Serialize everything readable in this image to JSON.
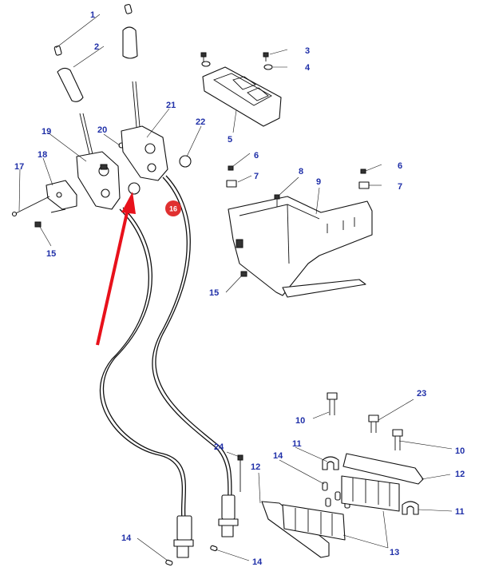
{
  "diagram": {
    "labels": {
      "l1": "1",
      "l2": "2",
      "l3": "3",
      "l4": "4",
      "l5": "5",
      "l6a": "6",
      "l6b": "6",
      "l7a": "7",
      "l7b": "7",
      "l8": "8",
      "l9": "9",
      "l10a": "10",
      "l10b": "10",
      "l11a": "11",
      "l11b": "11",
      "l12a": "12",
      "l12b": "12",
      "l13": "13",
      "l14a": "14",
      "l14b": "14",
      "l14c": "14",
      "l15a": "15",
      "l15b": "15",
      "l16": "16",
      "l17": "17",
      "l18": "18",
      "l19": "19",
      "l20": "20",
      "l21": "21",
      "l22": "22",
      "l23": "23",
      "l24": "24"
    },
    "highlight_part": "16",
    "colors": {
      "label": "#1f2fa8",
      "highlight_badge": "#e03030",
      "arrow": "#e8111b"
    }
  }
}
